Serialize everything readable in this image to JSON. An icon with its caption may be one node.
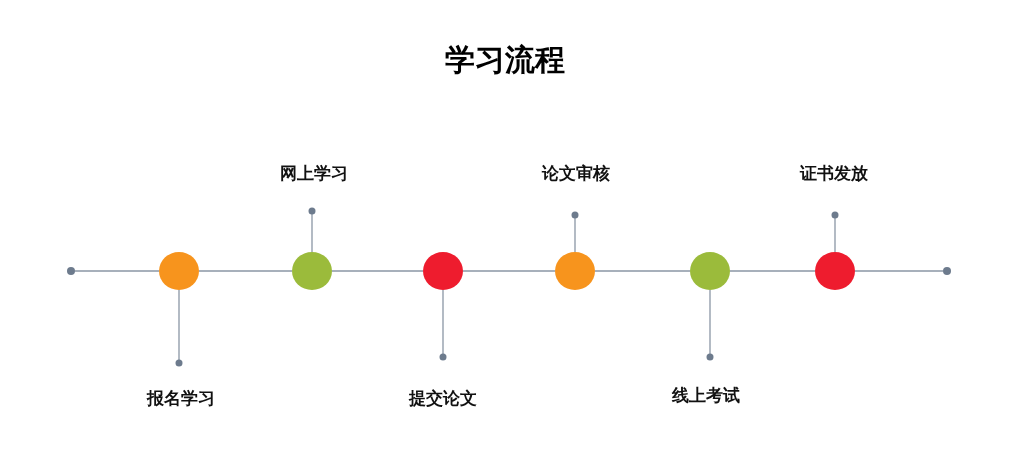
{
  "diagram": {
    "title": "学习流程",
    "nodes": [
      {
        "text": [],
        "shape": "circle"
      },
      {
        "text": [],
        "shape": "circle"
      },
      {
        "text": [],
        "shape": "circle"
      },
      {
        "text": [],
        "shape": "circle"
      },
      {
        "text": [],
        "shape": "circle"
      },
      {
        "text": [],
        "shape": "circle"
      },
      {
        "text": [],
        "shape": "circle"
      },
      {
        "text": [],
        "shape": "circle"
      },
      {
        "text": [
          "报名学习"
        ]
      },
      {
        "text": [
          "网上学习"
        ]
      },
      {
        "text": [
          "提交论文"
        ]
      },
      {
        "text": [
          "论文审核"
        ]
      },
      {
        "text": [
          "线上考试"
        ]
      },
      {
        "text": [
          "证书发放"
        ]
      }
    ],
    "edges": [
      {
        "from": 0,
        "to": 1,
        "arrow": "none"
      },
      {
        "from": 1,
        "to": 2,
        "arrow": "none"
      },
      {
        "from": 2,
        "to": 3,
        "arrow": "none"
      },
      {
        "from": 3,
        "to": 4,
        "arrow": "none"
      },
      {
        "from": 4,
        "to": 5,
        "arrow": "none"
      },
      {
        "from": 5,
        "to": 6,
        "arrow": "none"
      },
      {
        "from": 6,
        "to": 7,
        "arrow": "none"
      },
      {
        "from": 8,
        "to": 1,
        "arrow": "other"
      },
      {
        "from": 9,
        "to": 2,
        "arrow": "other"
      },
      {
        "from": 10,
        "to": 3,
        "arrow": "other"
      },
      {
        "from": 11,
        "to": 4,
        "arrow": "other"
      },
      {
        "from": 12,
        "to": 5,
        "arrow": "other"
      },
      {
        "from": 13,
        "to": 6,
        "arrow": "other"
      }
    ]
  }
}
